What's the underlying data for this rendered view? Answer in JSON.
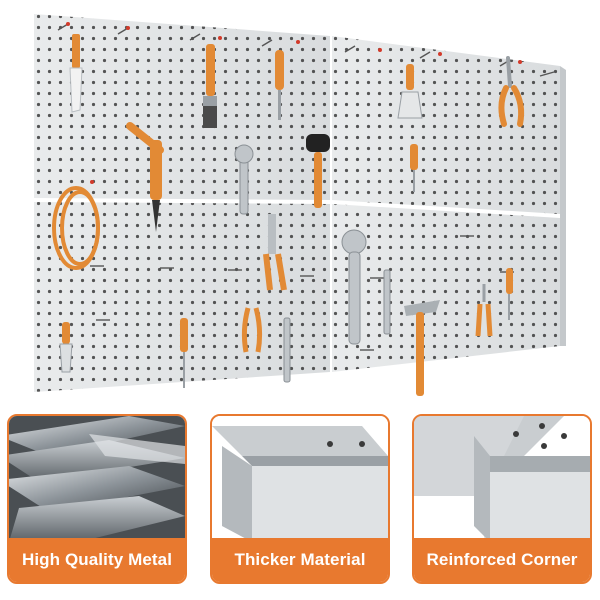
{
  "features": [
    {
      "label": "High Quality Metal"
    },
    {
      "label": "Thicker Material"
    },
    {
      "label": "Reinforced Corner"
    }
  ],
  "colors": {
    "accent": "#e8792f",
    "board": "#e3e5e6",
    "hole": "#3a3a3a",
    "tool_handle": "#e28a35",
    "steel": "#9aa0a5"
  },
  "icons": [
    "pegboard-image",
    "metal-bars-image",
    "panel-edge-image",
    "corner-image"
  ]
}
